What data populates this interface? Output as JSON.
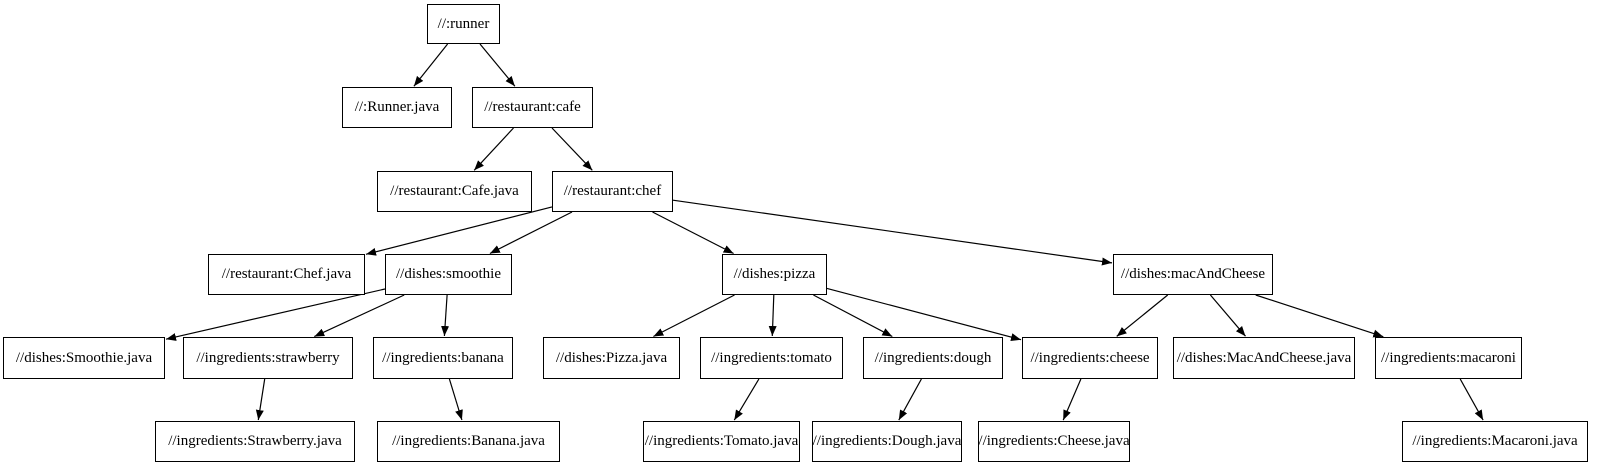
{
  "diagram": {
    "type": "dependency-graph",
    "tool_style": "graphviz",
    "direction": "top-down",
    "colors": {
      "background": "#ffffff",
      "node_fill": "#ffffff",
      "node_border": "#000000",
      "edge": "#000000",
      "text": "#000000"
    },
    "nodes": [
      {
        "id": "runner",
        "label": "//:runner"
      },
      {
        "id": "runner_java",
        "label": "//:Runner.java"
      },
      {
        "id": "cafe",
        "label": "//restaurant:cafe"
      },
      {
        "id": "cafe_java",
        "label": "//restaurant:Cafe.java"
      },
      {
        "id": "chef",
        "label": "//restaurant:chef"
      },
      {
        "id": "chef_java",
        "label": "//restaurant:Chef.java"
      },
      {
        "id": "smoothie",
        "label": "//dishes:smoothie"
      },
      {
        "id": "pizza",
        "label": "//dishes:pizza"
      },
      {
        "id": "macandcheese",
        "label": "//dishes:macAndCheese"
      },
      {
        "id": "smoothie_java",
        "label": "//dishes:Smoothie.java"
      },
      {
        "id": "strawberry",
        "label": "//ingredients:strawberry"
      },
      {
        "id": "banana",
        "label": "//ingredients:banana"
      },
      {
        "id": "pizza_java",
        "label": "//dishes:Pizza.java"
      },
      {
        "id": "tomato",
        "label": "//ingredients:tomato"
      },
      {
        "id": "dough",
        "label": "//ingredients:dough"
      },
      {
        "id": "cheese",
        "label": "//ingredients:cheese"
      },
      {
        "id": "macandcheese_java",
        "label": "//dishes:MacAndCheese.java"
      },
      {
        "id": "macaroni",
        "label": "//ingredients:macaroni"
      },
      {
        "id": "strawberry_java",
        "label": "//ingredients:Strawberry.java"
      },
      {
        "id": "banana_java",
        "label": "//ingredients:Banana.java"
      },
      {
        "id": "tomato_java",
        "label": "//ingredients:Tomato.java"
      },
      {
        "id": "dough_java",
        "label": "//ingredients:Dough.java"
      },
      {
        "id": "cheese_java",
        "label": "//ingredients:Cheese.java"
      },
      {
        "id": "macaroni_java",
        "label": "//ingredients:Macaroni.java"
      }
    ],
    "edges": [
      {
        "from": "runner",
        "to": "runner_java"
      },
      {
        "from": "runner",
        "to": "cafe"
      },
      {
        "from": "cafe",
        "to": "cafe_java"
      },
      {
        "from": "cafe",
        "to": "chef"
      },
      {
        "from": "chef",
        "to": "chef_java"
      },
      {
        "from": "chef",
        "to": "smoothie"
      },
      {
        "from": "chef",
        "to": "pizza"
      },
      {
        "from": "chef",
        "to": "macandcheese"
      },
      {
        "from": "smoothie",
        "to": "smoothie_java"
      },
      {
        "from": "smoothie",
        "to": "strawberry"
      },
      {
        "from": "smoothie",
        "to": "banana"
      },
      {
        "from": "strawberry",
        "to": "strawberry_java"
      },
      {
        "from": "banana",
        "to": "banana_java"
      },
      {
        "from": "pizza",
        "to": "pizza_java"
      },
      {
        "from": "pizza",
        "to": "tomato"
      },
      {
        "from": "pizza",
        "to": "dough"
      },
      {
        "from": "pizza",
        "to": "cheese"
      },
      {
        "from": "tomato",
        "to": "tomato_java"
      },
      {
        "from": "dough",
        "to": "dough_java"
      },
      {
        "from": "cheese",
        "to": "cheese_java"
      },
      {
        "from": "macandcheese",
        "to": "cheese"
      },
      {
        "from": "macandcheese",
        "to": "macandcheese_java"
      },
      {
        "from": "macandcheese",
        "to": "macaroni"
      },
      {
        "from": "macaroni",
        "to": "macaroni_java"
      }
    ]
  }
}
